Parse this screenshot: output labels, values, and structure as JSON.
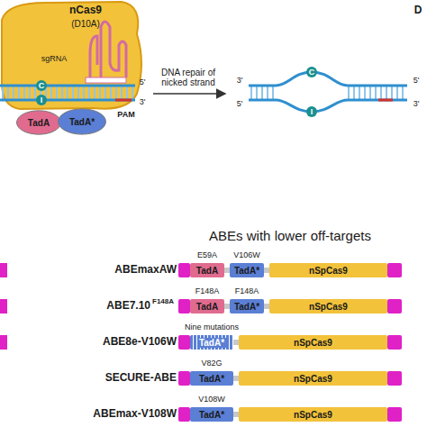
{
  "diagram": {
    "title": "ABEs with lower off-targets",
    "nodes": [
      {
        "text": [
          "TadA"
        ]
      },
      {
        "text": [
          "TadA*"
        ]
      },
      {
        "text": [
          "TadA"
        ]
      },
      {
        "text": [
          "TadA*"
        ]
      },
      {
        "text": [
          "nSpCas9"
        ]
      },
      {
        "text": [
          "TadA"
        ]
      },
      {
        "text": [
          "TadA*"
        ]
      },
      {
        "text": [
          "nSpCas9"
        ]
      },
      {
        "text": [
          "TadA*"
        ]
      },
      {
        "text": [
          "nSpCas9"
        ]
      },
      {
        "text": [
          "TadA*"
        ]
      },
      {
        "text": [
          "nSpCas9"
        ]
      },
      {
        "text": [
          "TadA*"
        ]
      },
      {
        "text": [
          "nSpCas9"
        ]
      }
    ],
    "labels": [
      "nCas9",
      "(D10A)",
      "sgRNA",
      "PAM",
      "5'",
      "3'",
      "DNA repair of nicked strand",
      "3'",
      "5'",
      "C",
      "I",
      "C",
      "I",
      "D",
      "5'",
      "3'",
      "ABEmaxAW",
      "E59A",
      "V106W",
      "ABE7.10",
      "F148A",
      "F148A",
      "F148A",
      "ABE8e-V106W",
      "Nine mutations",
      "SECURE-ABE",
      "V82G",
      "ABEmax-V108W",
      "V108W"
    ]
  }
}
